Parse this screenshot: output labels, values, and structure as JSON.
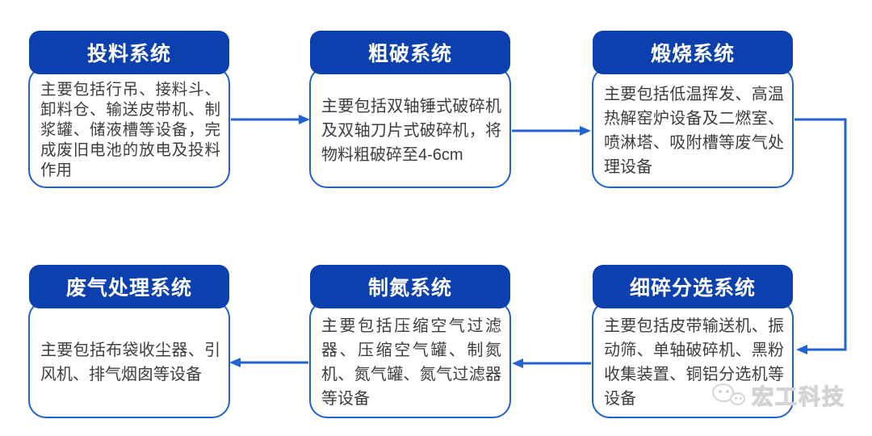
{
  "diagram": {
    "boxes": [
      {
        "id": "feeding",
        "title": "投料系统",
        "desc": "主要包括行吊、接料斗、卸料仓、输送皮带机、制浆罐、储液槽等设备，完成废旧电池的放电及投料作用"
      },
      {
        "id": "coarse-crushing",
        "title": "粗破系统",
        "desc": "主要包括双轴锤式破碎机及双轴刀片式破碎机，将物料粗破碎至4-6cm"
      },
      {
        "id": "calcination",
        "title": "煅烧系统",
        "desc": "主要包括低温挥发、高温热解窑炉设备及二燃室、喷淋塔、吸附槽等废气处理设备"
      },
      {
        "id": "fine-crushing-sorting",
        "title": "细碎分选系统",
        "desc": "主要包括皮带输送机、振动筛、单轴破碎机、黑粉收集装置、铜铝分选机等设备"
      },
      {
        "id": "nitrogen-generation",
        "title": "制氮系统",
        "desc": "主要包括压缩空气过滤器、压缩空气罐、制氮机、氮气罐、氮气过滤器等设备"
      },
      {
        "id": "waste-gas-treatment",
        "title": "废气处理系统",
        "desc": "主要包括布袋收尘器、引风机、排气烟囱等设备"
      }
    ],
    "flow_order": [
      "投料系统",
      "粗破系统",
      "煅烧系统",
      "细碎分选系统",
      "制氮系统",
      "废气处理系统"
    ]
  },
  "colors": {
    "title_bg": "#0c40ae",
    "line": "#2362d3",
    "body_text": "#3d3d3d",
    "title_text": "#ffffff",
    "watermark": "#d4d4d4"
  },
  "watermark": {
    "brand": "宏工科技",
    "icon": "wechat-icon"
  }
}
